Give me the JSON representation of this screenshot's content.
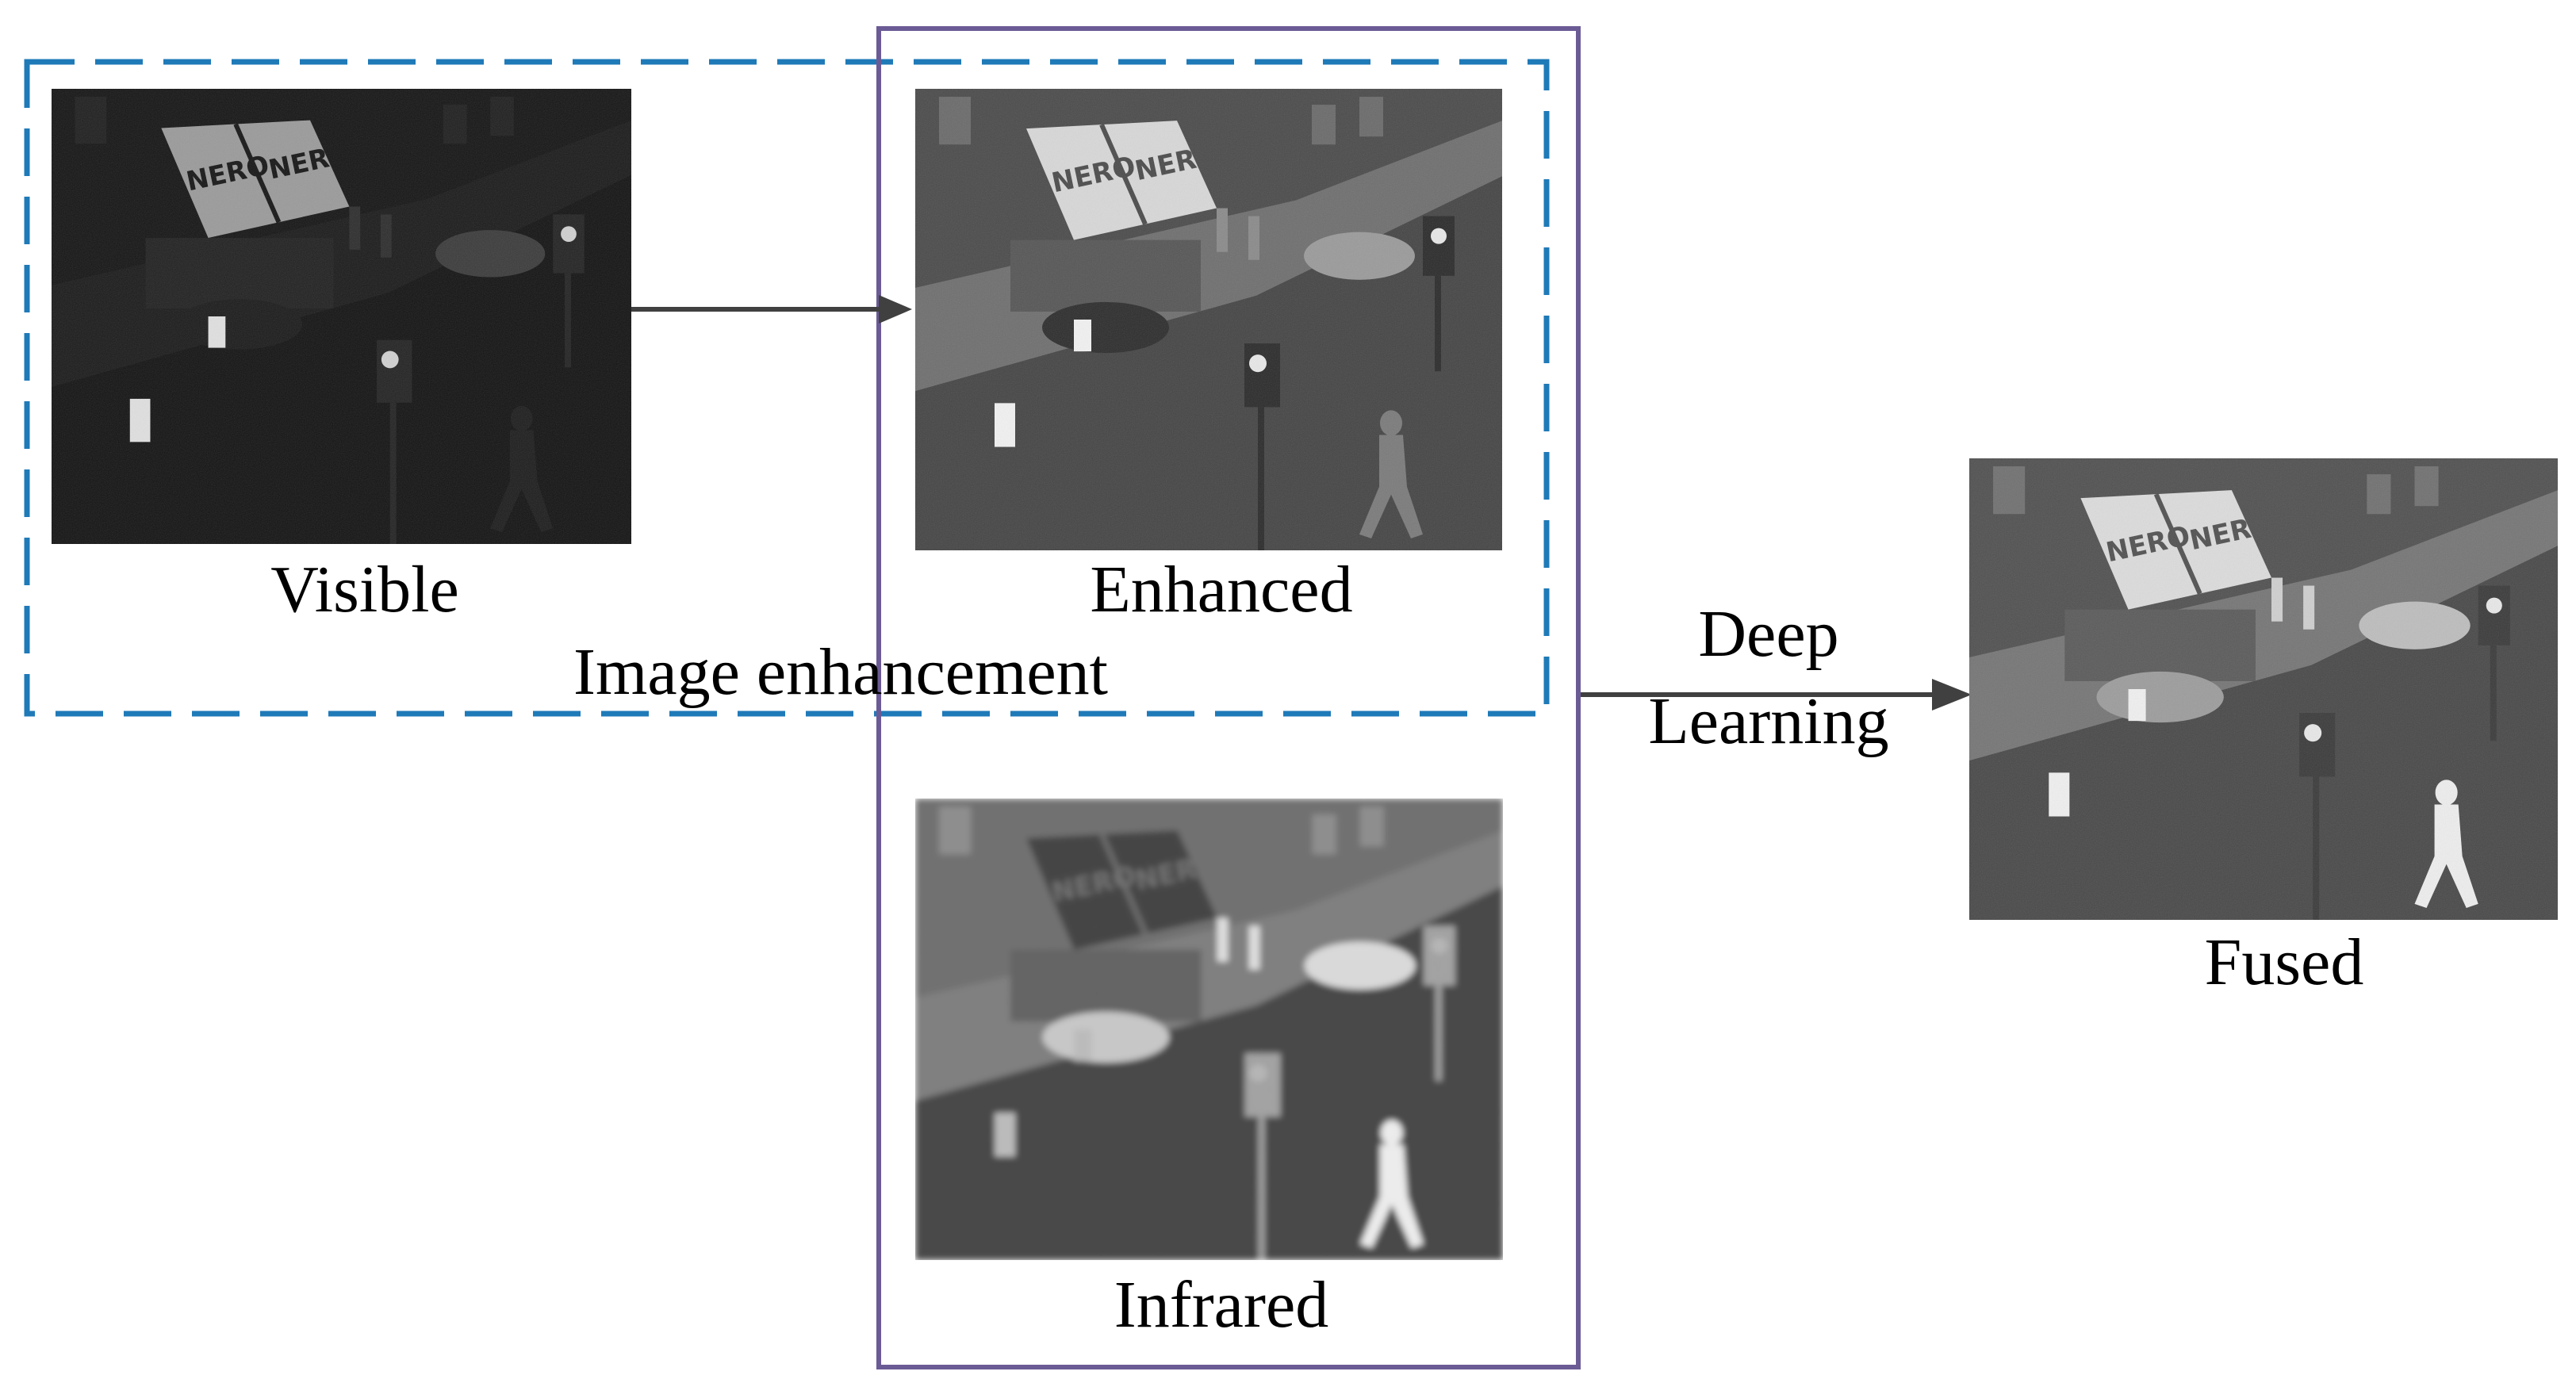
{
  "labels": {
    "visible": "Visible",
    "enhanced": "Enhanced",
    "infrared": "Infrared",
    "fused": "Fused",
    "image_enhancement": "Image enhancement",
    "deep_line1": "Deep",
    "deep_line2": "Learning"
  },
  "colors": {
    "dashed_box": "#1f7ab8",
    "solid_box": "#6b5b95",
    "arrow": "#404040"
  },
  "images": {
    "visible": "dark night street photo",
    "enhanced": "brightened night street photo",
    "infrared": "thermal street image",
    "fused": "fused street image"
  }
}
